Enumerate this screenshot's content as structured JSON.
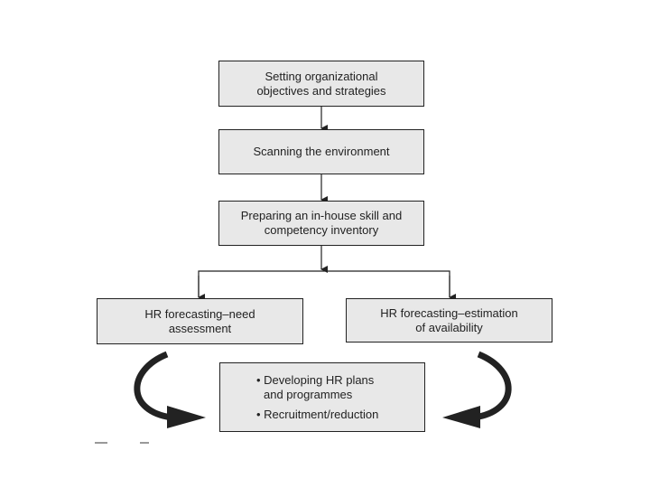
{
  "diagram": {
    "steps": [
      {
        "line1": "Setting organizational",
        "line2": "objectives and strategies"
      },
      {
        "line1": "Scanning the environment"
      },
      {
        "line1": "Preparing an in-house skill and",
        "line2": "competency inventory"
      }
    ],
    "left_branch": {
      "line1": "HR forecasting–need",
      "line2": "assessment"
    },
    "right_branch": {
      "line1": "HR forecasting–estimation",
      "line2": "of availability"
    },
    "outcome": {
      "bullet1_line1": "• Developing HR plans",
      "bullet1_line2": "and programmes",
      "bullet2": "• Recruitment/reduction"
    }
  }
}
